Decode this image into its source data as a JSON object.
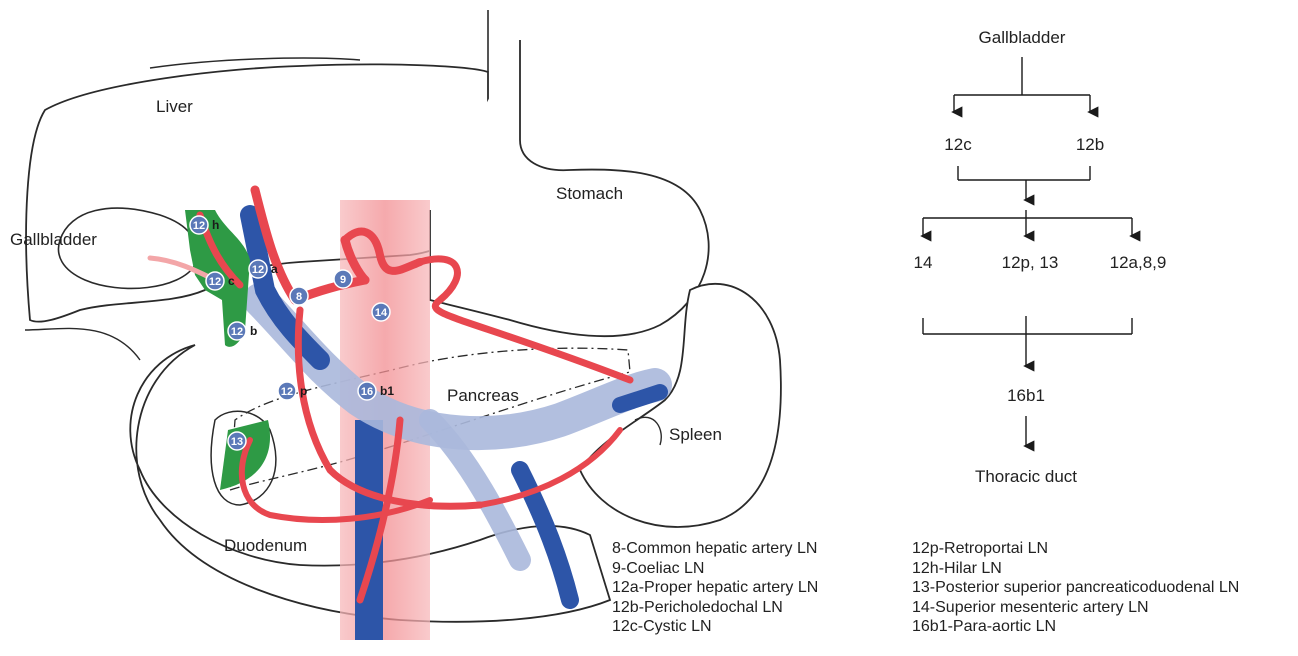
{
  "organs": {
    "liver": "Liver",
    "gallbladder": "Gallbladder",
    "stomach": "Stomach",
    "pancreas": "Pancreas",
    "spleen": "Spleen",
    "duodenum": "Duodenum"
  },
  "badges": [
    {
      "num": "12",
      "suffix": "h"
    },
    {
      "num": "12",
      "suffix": "c"
    },
    {
      "num": "12",
      "suffix": "a"
    },
    {
      "num": "12",
      "suffix": "b"
    },
    {
      "num": "8",
      "suffix": ""
    },
    {
      "num": "9",
      "suffix": ""
    },
    {
      "num": "14",
      "suffix": ""
    },
    {
      "num": "12",
      "suffix": "p"
    },
    {
      "num": "16",
      "suffix": "b1"
    },
    {
      "num": "13",
      "suffix": ""
    }
  ],
  "flowchart": {
    "root": "Gallbladder",
    "level1": [
      "12c",
      "12b"
    ],
    "level2": [
      "14",
      "12p, 13",
      "12a,8,9"
    ],
    "level3": "16b1",
    "terminal": "Thoracic duct"
  },
  "legend": {
    "left": [
      "8-Common hepatic artery LN",
      "9-Coeliac LN",
      "12a-Proper hepatic artery LN",
      "12b-Pericholedochal LN",
      "12c-Cystic LN"
    ],
    "right": [
      "12p-Retroportai LN",
      "12h-Hilar LN",
      "13-Posterior superior pancreaticoduodenal LN",
      "14-Superior mesenteric artery LN",
      "16b1-Para-aortic LN"
    ]
  },
  "colors": {
    "outline": "#2a2a2a",
    "artery": "#e8474f",
    "artery_light": "#f3a6a8",
    "vein": "#2d55a8",
    "portal_light": "#aab8dc",
    "gallbladder_green": "#2e9a45",
    "lymph_node": "#5b79b8"
  }
}
